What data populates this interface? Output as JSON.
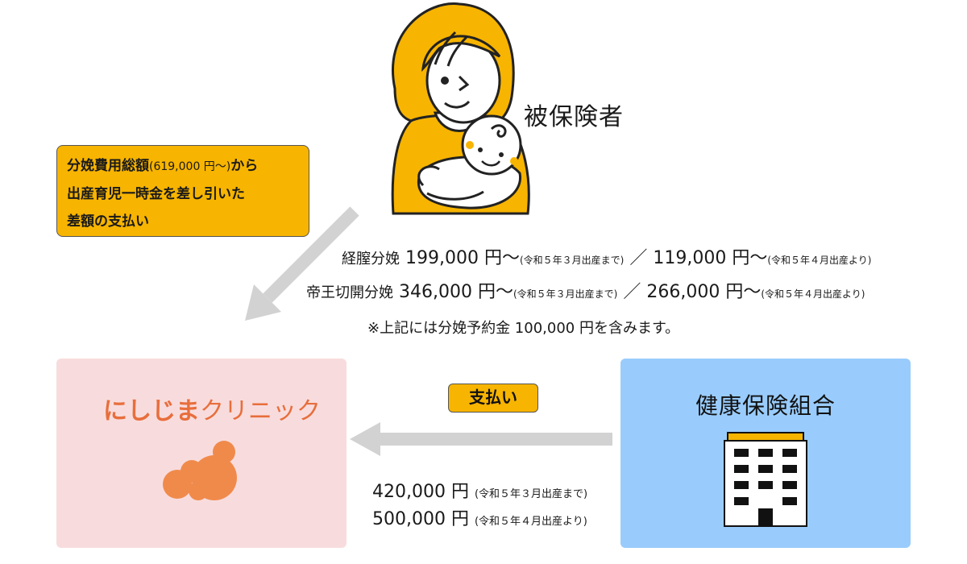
{
  "insured_label": "被保険者",
  "note": {
    "line1_main": "分娩費用総額",
    "line1_paren": "(619,000 円〜)",
    "line1_tail": "から",
    "line2": "出産育児一時金を差し引いた",
    "line3": "差額の支払い"
  },
  "prices": [
    {
      "type": "経膣分娩",
      "amount1": "199,000 円〜",
      "note1": "(令和５年３月出産まで)",
      "sep": "／",
      "amount2": "119,000 円〜",
      "note2": "(令和５年４月出産より)"
    },
    {
      "type": "帝王切開分娩",
      "amount1": "346,000 円〜",
      "note1": "(令和５年３月出産まで)",
      "sep": "／",
      "amount2": "266,000 円〜",
      "note2": "(令和５年４月出産より)"
    }
  ],
  "remark": "※上記には分娩予約金 100,000 円を含みます。",
  "clinic": {
    "name_bold": "にしじま",
    "name_rest": "クリニック"
  },
  "union": {
    "name": "健康保険組合"
  },
  "payment_tag": "支払い",
  "amounts": [
    {
      "value": "420,000 円",
      "note": "(令和５年３月出産まで)"
    },
    {
      "value": "500,000 円",
      "note": "(令和５年４月出産より)"
    }
  ],
  "colors": {
    "accent": "#f7b400",
    "clinic_bg": "#f8dcdd",
    "clinic_text": "#e86e3c",
    "union_bg": "#99ccfc",
    "arrow": "#d2d2d2"
  }
}
